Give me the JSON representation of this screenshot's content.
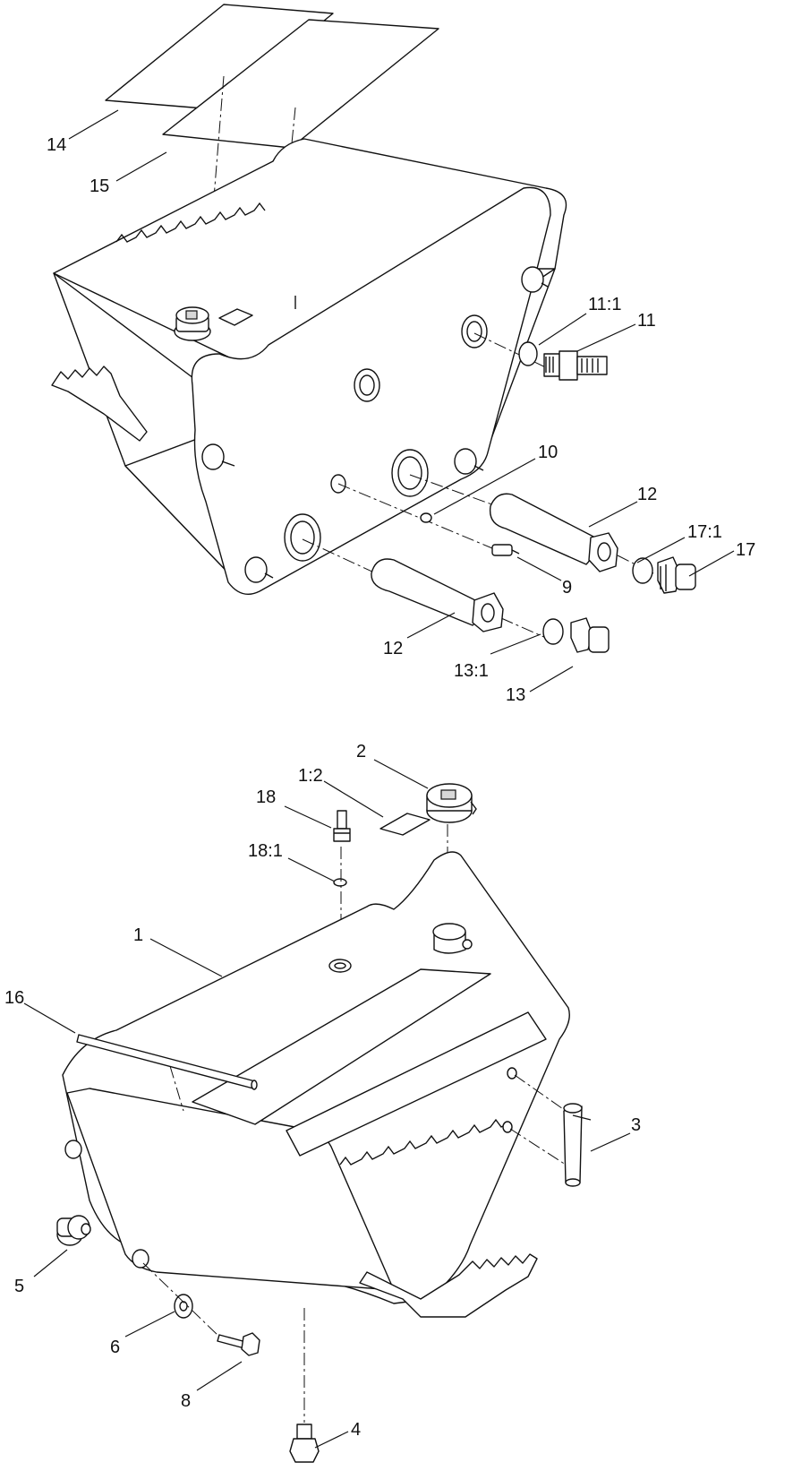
{
  "colors": {
    "line": "#111111",
    "background": "#ffffff",
    "shade": "#d8d8d8"
  },
  "callouts": {
    "c1": "1",
    "c1_2": "1:2",
    "c2": "2",
    "c3": "3",
    "c4": "4",
    "c5": "5",
    "c6": "6",
    "c8": "8",
    "c9": "9",
    "c10": "10",
    "c11": "11",
    "c11_1": "11:1",
    "c12a": "12",
    "c12b": "12",
    "c13": "13",
    "c13_1": "13:1",
    "c14": "14",
    "c15": "15",
    "c16": "16",
    "c17": "17",
    "c17_1": "17:1",
    "c18": "18",
    "c18_1": "18:1"
  }
}
